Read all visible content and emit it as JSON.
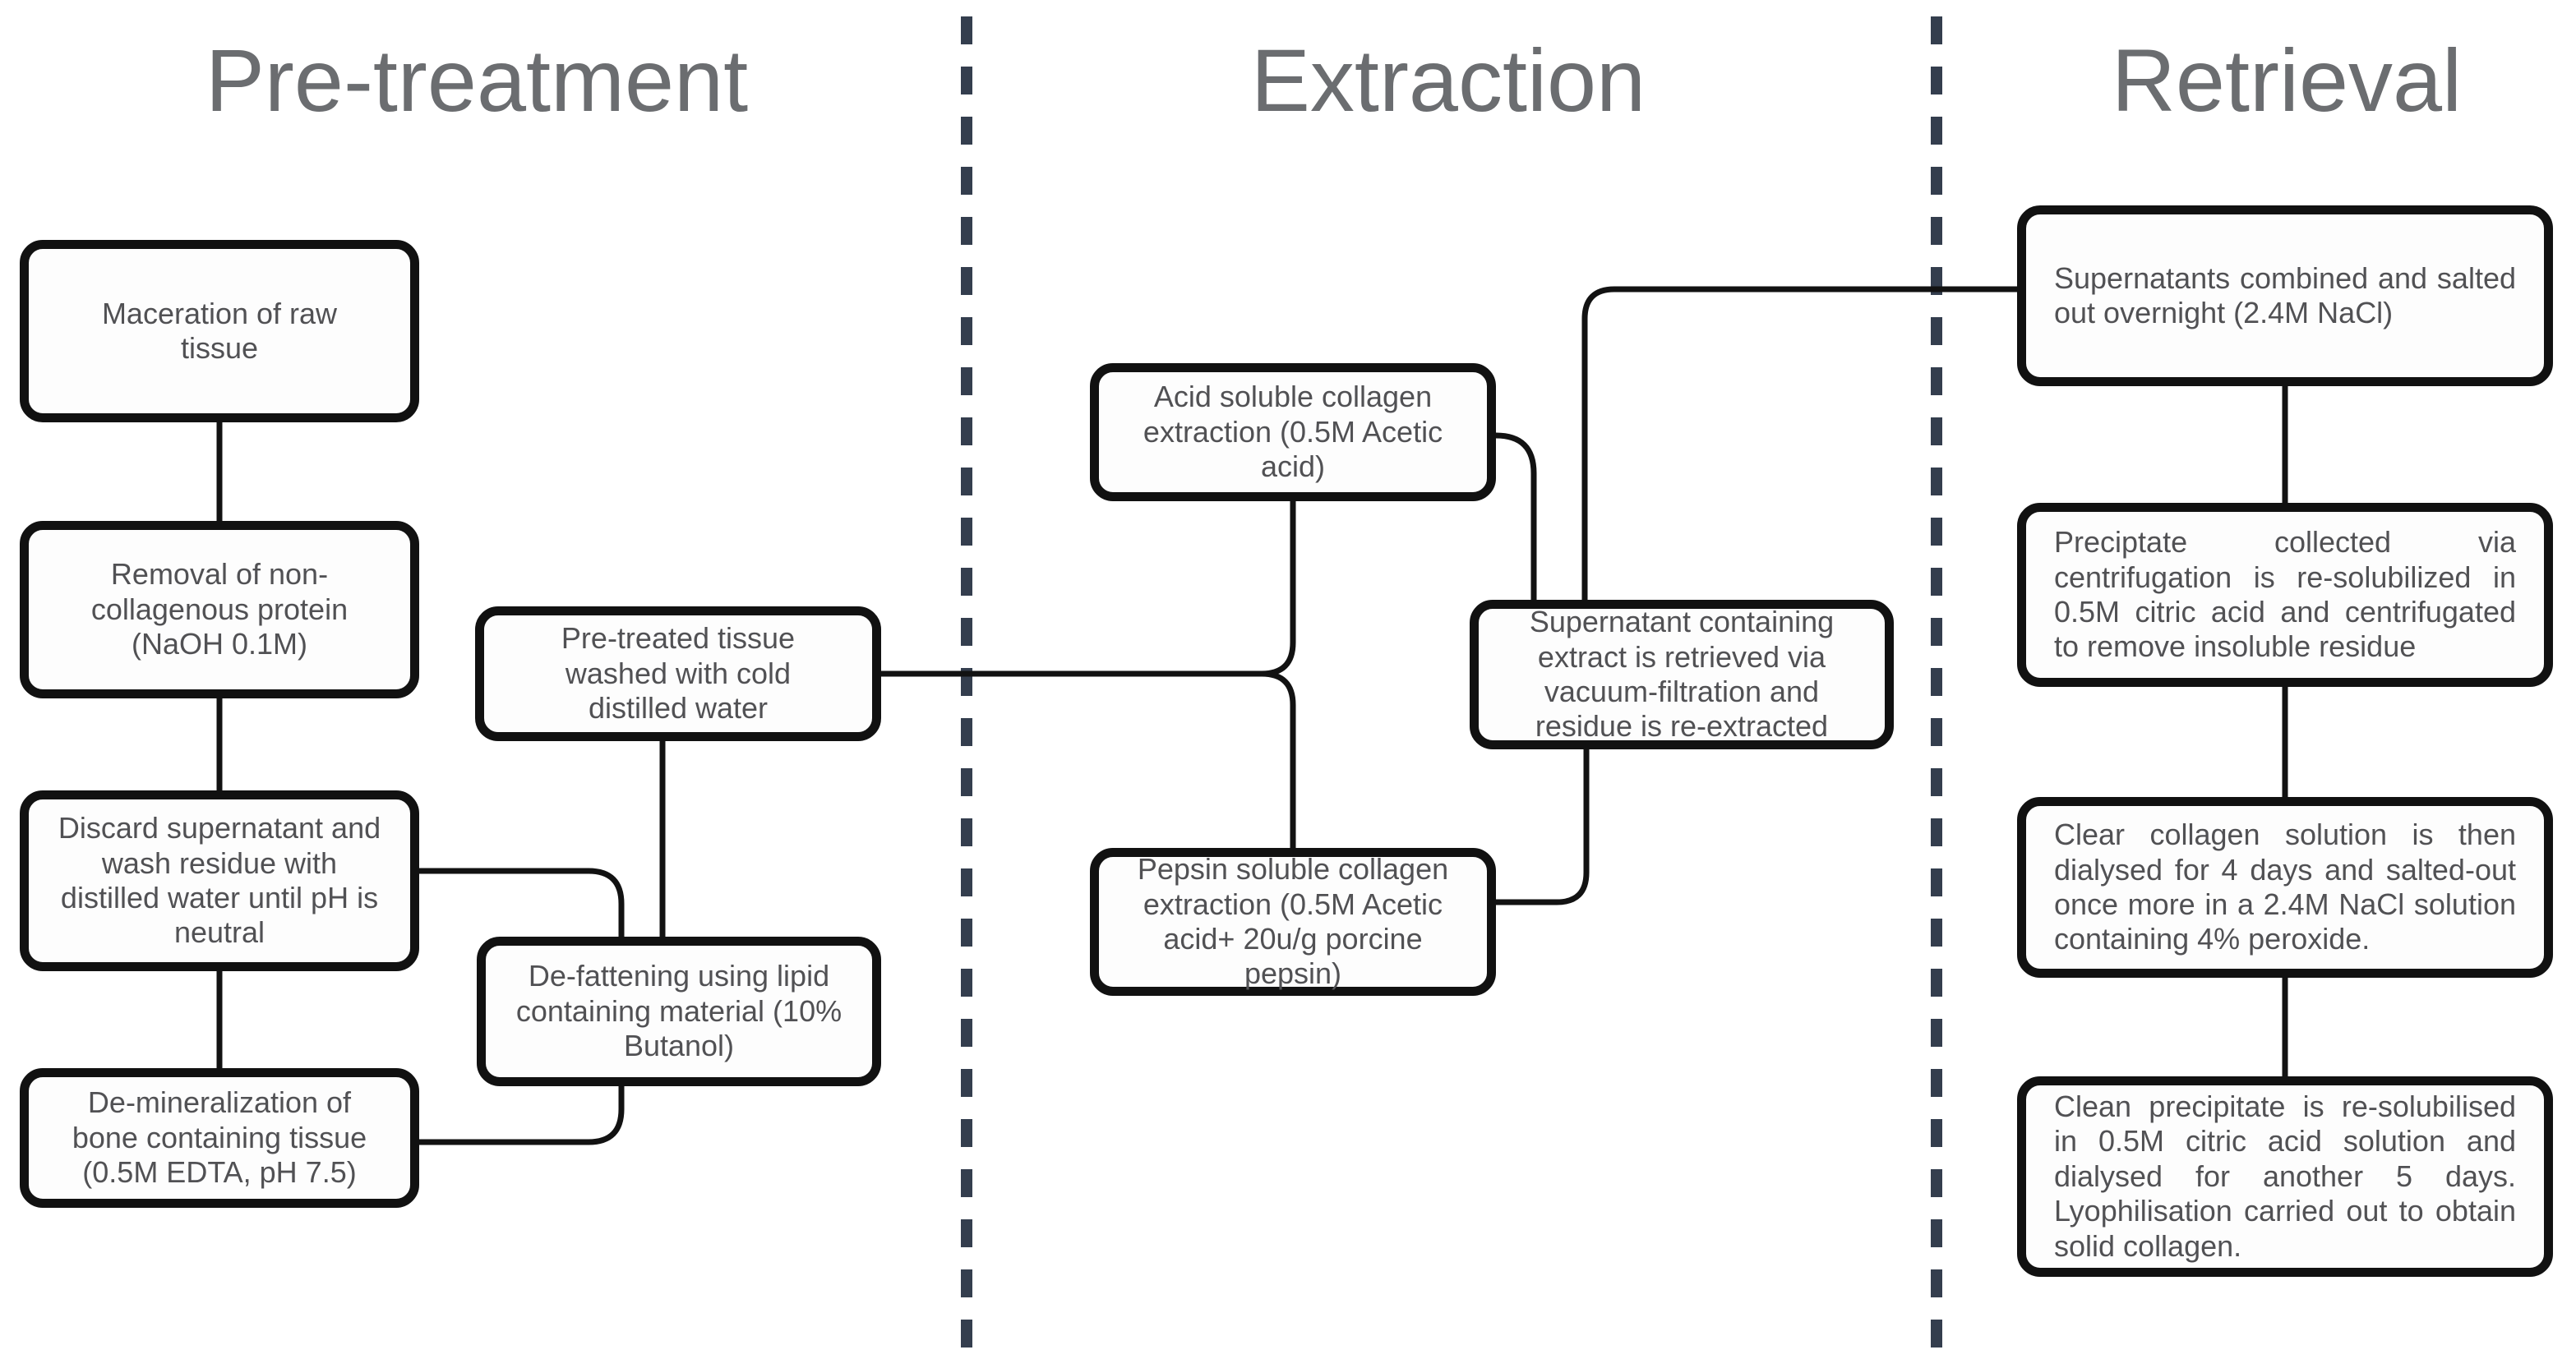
{
  "diagram": {
    "sections": [
      {
        "title": "Pre-treatment"
      },
      {
        "title": "Extraction"
      },
      {
        "title": "Retrieval"
      }
    ],
    "nodes": [
      {
        "label": "Maceration of raw\ntissue"
      },
      {
        "label": "Removal of non-\ncollagenous protein\n(NaOH 0.1M)"
      },
      {
        "label": "Discard supernatant and\nwash residue with\ndistilled water until pH is\nneutral"
      },
      {
        "label": "De-mineralization of\nbone containing tissue\n(0.5M EDTA, pH 7.5)"
      },
      {
        "label": "Pre-treated tissue\nwashed with cold\ndistilled water"
      },
      {
        "label": "De-fattening using lipid\ncontaining material (10%\nButanol)"
      },
      {
        "label": "Acid soluble collagen\nextraction (0.5M Acetic\nacid)"
      },
      {
        "label": "Pepsin soluble collagen\nextraction (0.5M Acetic\nacid+ 20u/g porcine\npepsin)"
      },
      {
        "label": "Supernatant containing\nextract is retrieved via\nvacuum-filtration and\nresidue is re-extracted"
      },
      {
        "label": "Supernatants combined and salted out overnight (2.4M NaCl)"
      },
      {
        "label": "Preciptate collected via centrifugation is re-solubilized in 0.5M citric acid and centrifugated to remove insoluble residue"
      },
      {
        "label": "Clear collagen solution is then dialysed for 4 days and salted-out once more in a 2.4M NaCl solution containing 4% peroxide."
      },
      {
        "label": "Clean precipitate is re-solubilised in 0.5M citric acid solution and dialysed for another 5 days. Lyophilisation carried out to obtain solid collagen."
      }
    ],
    "colors": {
      "box_border": "#111111",
      "box_fill": "#fdfdfd",
      "box_text": "#515154",
      "title_text": "#6b6d70",
      "connector": "#121212",
      "divider": "#343e4e"
    }
  }
}
